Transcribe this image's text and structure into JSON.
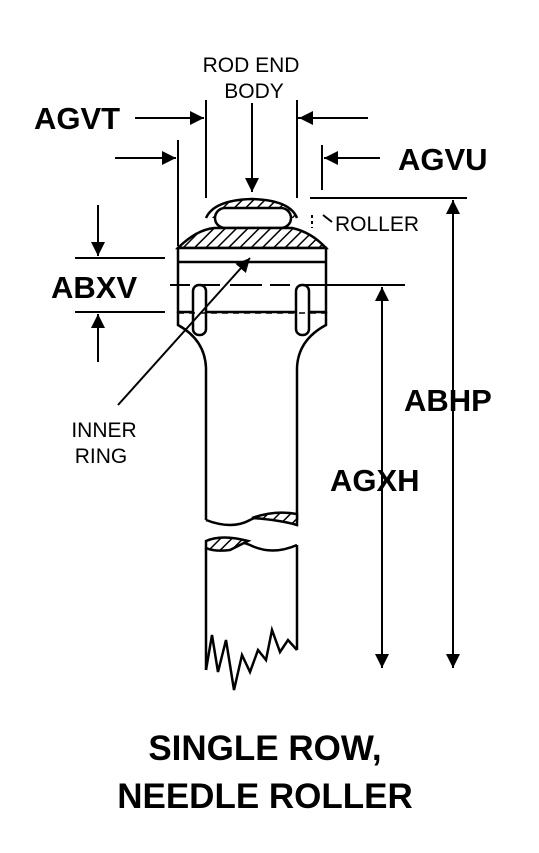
{
  "labels": {
    "rod_end_body_1": "ROD END",
    "rod_end_body_2": "BODY",
    "agvt": "AGVT",
    "agvu": "AGVU",
    "roller": "ROLLER",
    "abxv": "ABXV",
    "inner_ring_1": "INNER",
    "inner_ring_2": "RING",
    "abhp": "ABHP",
    "agxh": "AGXH"
  },
  "caption": {
    "line1": "SINGLE ROW,",
    "line2": "NEEDLE ROLLER"
  }
}
